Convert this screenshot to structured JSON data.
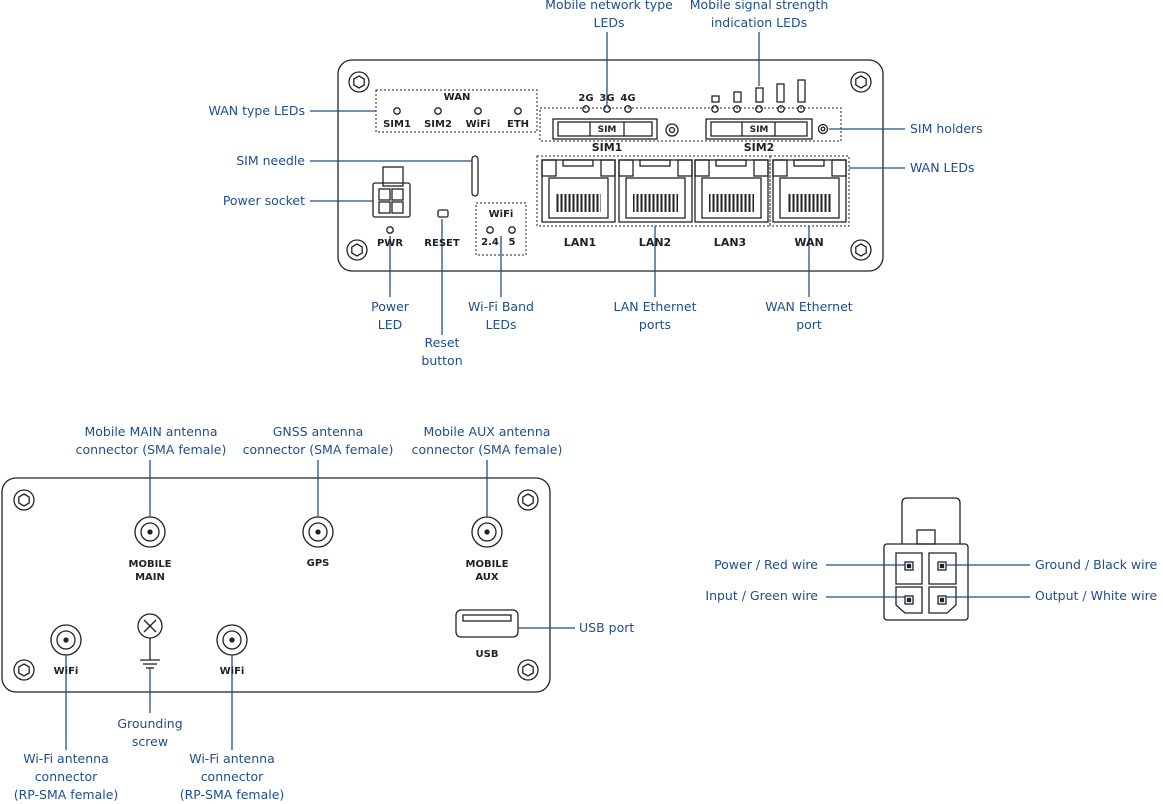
{
  "callouts": {
    "mobile_network_type_leds": "Mobile network type\nLEDs",
    "mobile_signal_strength_leds": "Mobile signal strength\nindication LEDs",
    "wan_type_leds": "WAN type LEDs",
    "sim_needle": "SIM needle",
    "power_socket": "Power socket",
    "sim_holders": "SIM holders",
    "wan_leds": "WAN LEDs",
    "power_led": "Power\nLED",
    "reset_button": "Reset\nbutton",
    "wifi_band_leds": "Wi-Fi Band\nLEDs",
    "lan_ethernet_ports": "LAN Ethernet\nports",
    "wan_ethernet_port": "WAN Ethernet\nport",
    "mobile_main_antenna": "Mobile MAIN antenna\nconnector (SMA female)",
    "gnss_antenna": "GNSS antenna\nconnector (SMA female)",
    "mobile_aux_antenna": "Mobile AUX antenna\nconnector (SMA female)",
    "usb_port": "USB port",
    "grounding_screw": "Grounding\nscrew",
    "wifi_antenna_left": "Wi-Fi antenna\nconnector\n(RP-SMA female)",
    "wifi_antenna_right": "Wi-Fi antenna\nconnector\n(RP-SMA female)",
    "power_red_wire": "Power / Red wire",
    "input_green_wire": "Input / Green wire",
    "ground_black_wire": "Ground / Black wire",
    "output_white_wire": "Output / White wire"
  },
  "front_panel": {
    "wan_title": "WAN",
    "wan_types": [
      "SIM1",
      "SIM2",
      "WiFi",
      "ETH"
    ],
    "network_types": [
      "2G",
      "3G",
      "4G"
    ],
    "sim_slot_label": "SIM",
    "sim1": "SIM1",
    "sim2": "SIM2",
    "wifi_title": "WiFi",
    "wifi_bands": [
      "2.4",
      "5"
    ],
    "pwr": "PWR",
    "reset": "RESET",
    "ports": [
      "LAN1",
      "LAN2",
      "LAN3",
      "WAN"
    ]
  },
  "back_panel": {
    "mobile_main": "MOBILE\nMAIN",
    "gps": "GPS",
    "mobile_aux": "MOBILE\nAUX",
    "wifi_left": "WiFi",
    "wifi_right": "WiFi",
    "usb": "USB"
  },
  "colors": {
    "callout_text": "#1f4e8c",
    "outline": "#222222",
    "leader_line": "#1f4e8c"
  }
}
